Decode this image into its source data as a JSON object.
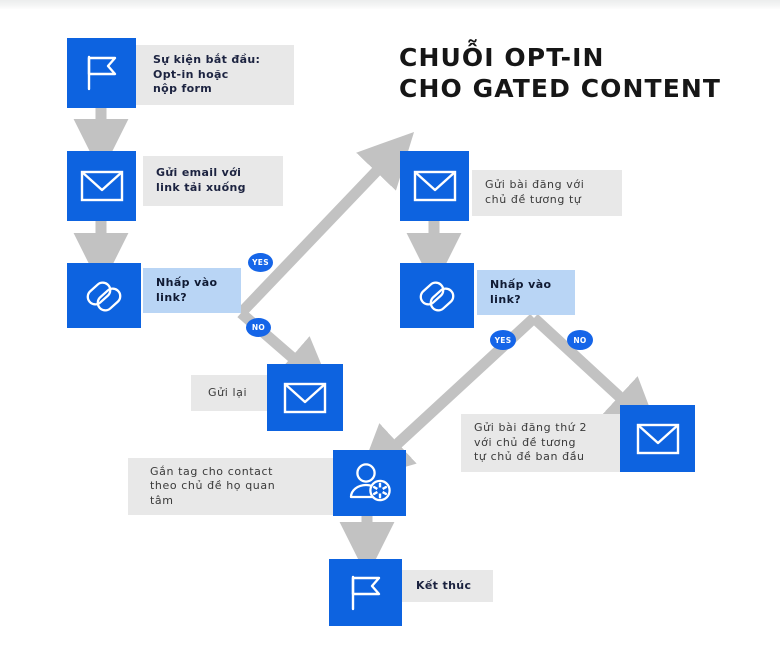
{
  "title": "CHUỖI OPT-IN\nCHO GATED CONTENT",
  "colors": {
    "node_blue": "#0d63e0",
    "badge_blue": "#1565e8",
    "label_gray": "#e8e8e8",
    "decision_blue": "#b9d5f5",
    "arrow_gray": "#c2c2c2",
    "text_dark": "#1c2340",
    "background": "#ffffff"
  },
  "nodes": [
    {
      "id": "start",
      "icon": "flag-icon",
      "label": "Sự kiện bắt đầu:\nOpt-in hoặc\nnộp form"
    },
    {
      "id": "send-email",
      "icon": "envelope-icon",
      "label": "Gửi email với\nlink tải xuống"
    },
    {
      "id": "decision-1",
      "icon": "link-icon",
      "label": "Nhấp vào\nlink?"
    },
    {
      "id": "send-post-1",
      "icon": "envelope-icon",
      "label": "Gửi bài đăng với\nchủ đề tương tự"
    },
    {
      "id": "decision-2",
      "icon": "link-icon",
      "label": "Nhấp vào\nlink?"
    },
    {
      "id": "resend",
      "icon": "envelope-icon",
      "label": "Gửi lại"
    },
    {
      "id": "send-post-2",
      "icon": "envelope-icon",
      "label": "Gửi bài đăng thứ 2\nvới chủ đề tương\ntự chủ đề ban đầu"
    },
    {
      "id": "tag-contact",
      "icon": "person-gear-icon",
      "label": "Gắn tag cho contact\ntheo chủ đề họ quan\ntâm"
    },
    {
      "id": "end",
      "icon": "flag-icon",
      "label": "Kết thúc"
    }
  ],
  "branch_badges": [
    {
      "id": "d1-yes",
      "text": "YES",
      "from": "decision-1",
      "to": "send-post-1"
    },
    {
      "id": "d1-no",
      "text": "NO",
      "from": "decision-1",
      "to": "resend"
    },
    {
      "id": "d2-yes",
      "text": "YES",
      "from": "decision-2",
      "to": "tag-contact"
    },
    {
      "id": "d2-no",
      "text": "NO",
      "from": "decision-2",
      "to": "send-post-2"
    }
  ],
  "connectors": [
    {
      "id": "start-to-email",
      "from": "start",
      "to": "send-email",
      "kind": "straight-down"
    },
    {
      "id": "email-to-decision1",
      "from": "send-email",
      "to": "decision-1",
      "kind": "straight-down"
    },
    {
      "id": "post1-to-decision2",
      "from": "send-post-1",
      "to": "decision-2",
      "kind": "straight-down"
    },
    {
      "id": "d1-yes-arrow",
      "from": "decision-1",
      "to": "send-post-1",
      "kind": "diagonal-up-right"
    },
    {
      "id": "d1-no-arrow",
      "from": "decision-1",
      "to": "resend",
      "kind": "diagonal-down-right"
    },
    {
      "id": "d2-yes-arrow",
      "from": "decision-2",
      "to": "tag-contact",
      "kind": "diagonal-down-left"
    },
    {
      "id": "d2-no-arrow",
      "from": "decision-2",
      "to": "send-post-2",
      "kind": "diagonal-down-right"
    },
    {
      "id": "tag-to-end",
      "from": "tag-contact",
      "to": "end",
      "kind": "elbow-down"
    }
  ]
}
